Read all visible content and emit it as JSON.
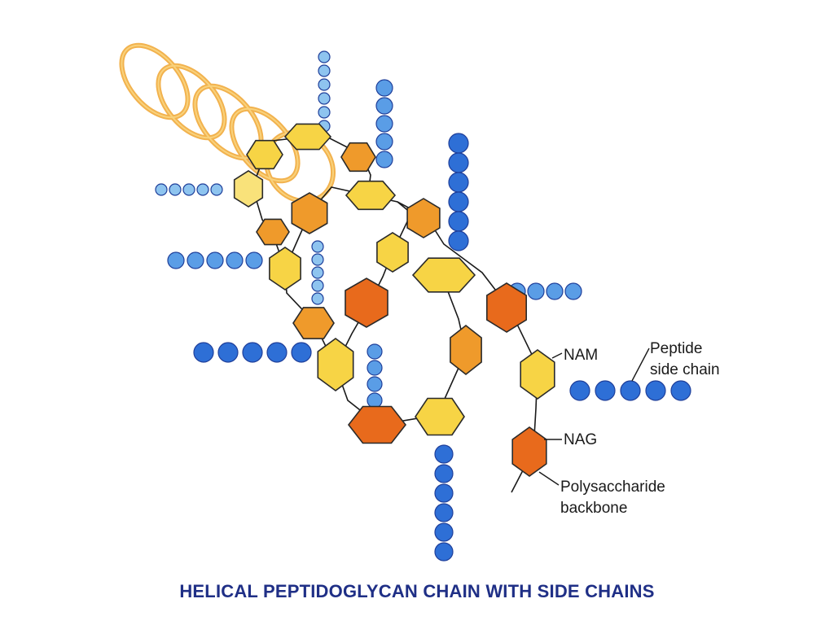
{
  "colors": {
    "caption": "#1f2f86",
    "light_sugar": "#f7d445",
    "pale_sugar": "#f9e27a",
    "orange_sugar": "#ef9a2b",
    "dark_sugar": "#e86a1c",
    "bead_light": "#8ec4ef",
    "bead_mid": "#5a9de6",
    "bead_dark": "#2e6fd6",
    "helix": "#f2b24e",
    "line": "#1a1a1a"
  },
  "labels": {
    "nam": "NAM",
    "nag": "NAG",
    "peptide_line1": "Peptide",
    "peptide_line2": "side chain",
    "backbone_line1": "Polysaccharide",
    "backbone_line2": "backbone"
  },
  "caption": "HELICAL PEPTIDOGLYCAN CHAIN WITH SIDE CHAINS"
}
